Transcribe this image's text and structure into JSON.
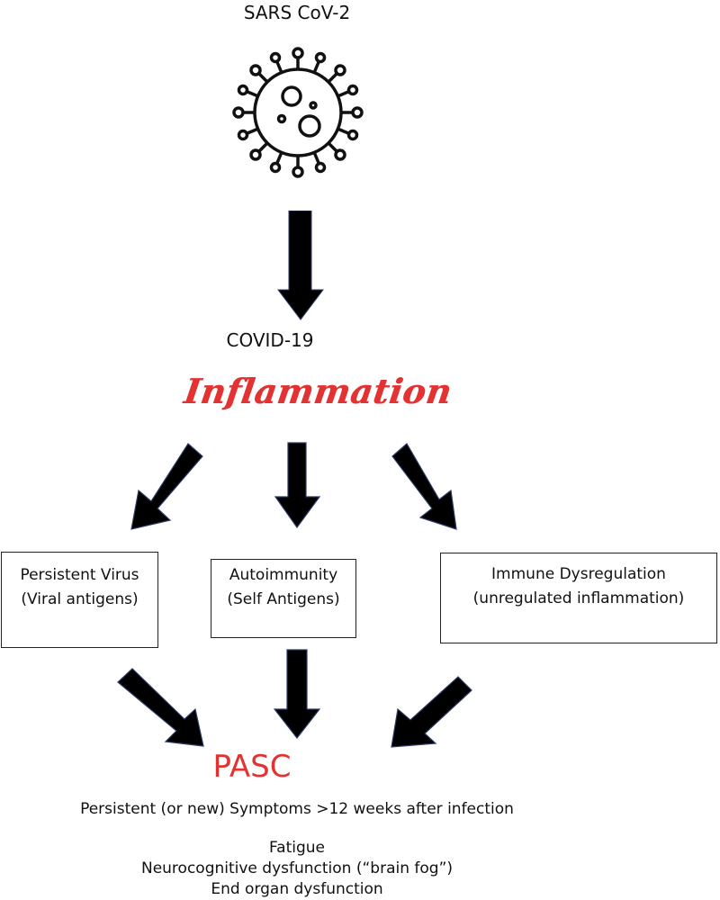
{
  "diagram": {
    "title": "SARS CoV-2",
    "disease": "COVID-19",
    "process": "Inflammation",
    "mechanisms": [
      {
        "name": "Persistent Virus",
        "detail": "(Viral antigens)"
      },
      {
        "name": "Autoimmunity",
        "detail": "(Self Antigens)"
      },
      {
        "name": "Immune Dysregulation",
        "detail": "(unregulated inflammation)"
      }
    ],
    "outcome": "PASC",
    "definition": "Persistent (or new) Symptoms >12 weeks after infection",
    "symptoms": [
      "Fatigue",
      "Neurocognitive dysfunction (“brain fog”)",
      "End organ dysfunction"
    ]
  },
  "colors": {
    "accent_red": "#e23232",
    "arrow_fill": "#000000",
    "arrow_outline": "#2b3a67",
    "text": "#111111"
  },
  "icons": {
    "virus": "virus-icon",
    "arrow": "thick-arrow-icon"
  }
}
